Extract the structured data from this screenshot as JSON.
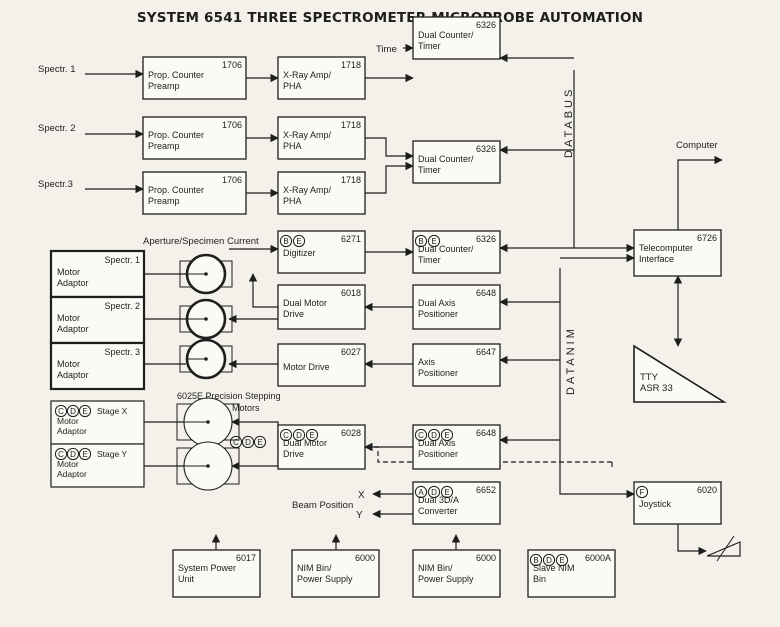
{
  "title": "SYSTEM 6541 THREE SPECTROMETER MICROPROBE AUTOMATION",
  "blocks": [
    {
      "id": "pcp1",
      "num": "1706",
      "label": [
        "Prop. Counter",
        "Preamp"
      ]
    },
    {
      "id": "pcp2",
      "num": "1706",
      "label": [
        "Prop. Counter",
        "Preamp"
      ]
    },
    {
      "id": "pcp3",
      "num": "1706",
      "label": [
        "Prop. Counter",
        "Preamp"
      ]
    },
    {
      "id": "xr1",
      "num": "1718",
      "label": [
        "X-Ray Amp/",
        "PHA"
      ]
    },
    {
      "id": "xr2",
      "num": "1718",
      "label": [
        "X-Ray Amp/",
        "PHA"
      ]
    },
    {
      "id": "xr3",
      "num": "1718",
      "label": [
        "X-Ray Amp/",
        "PHA"
      ]
    },
    {
      "id": "dct1",
      "num": "6326",
      "label": [
        "Dual Counter/",
        "Timer"
      ]
    },
    {
      "id": "dct2",
      "num": "6326",
      "label": [
        "Dual Counter/",
        "Timer"
      ]
    },
    {
      "id": "dct3",
      "num": "6326",
      "label": [
        "Dual Counter/",
        "Timer"
      ],
      "badges": [
        "B",
        "E"
      ]
    },
    {
      "id": "dig",
      "num": "6271",
      "label": [
        "Digitizer"
      ],
      "badges": [
        "B",
        "E"
      ]
    },
    {
      "id": "dmd1",
      "num": "6018",
      "label": [
        "Dual Motor",
        "Drive"
      ]
    },
    {
      "id": "md",
      "num": "6027",
      "label": [
        "Motor Drive"
      ]
    },
    {
      "id": "dap1",
      "num": "6648",
      "label": [
        "Dual Axis",
        "Positioner"
      ]
    },
    {
      "id": "ap",
      "num": "6647",
      "label": [
        "Axis",
        "Positioner"
      ]
    },
    {
      "id": "dmd2",
      "num": "6028",
      "label": [
        "Dual Motor",
        "Drive"
      ],
      "badges": [
        "C",
        "D",
        "E"
      ]
    },
    {
      "id": "dap2",
      "num": "6648",
      "label": [
        "Dual Axis",
        "Positioner"
      ],
      "badges": [
        "C",
        "D",
        "E"
      ]
    },
    {
      "id": "dac",
      "num": "6652",
      "label": [
        "Dual 3D/A",
        "Converter"
      ],
      "badges": [
        "A",
        "D",
        "E"
      ]
    },
    {
      "id": "tci",
      "num": "6726",
      "label": [
        "Telecomputer",
        "Interface"
      ]
    },
    {
      "id": "joy",
      "num": "6020",
      "label": [
        "Joystick"
      ],
      "badges": [
        "F"
      ]
    },
    {
      "id": "psu",
      "num": "6017",
      "label": [
        "System Power",
        "Unit"
      ]
    },
    {
      "id": "nim1",
      "num": "6000",
      "label": [
        "NIM Bin/",
        "Power Supply"
      ]
    },
    {
      "id": "nim2",
      "num": "6000",
      "label": [
        "NIM Bin/",
        "Power Supply"
      ]
    },
    {
      "id": "slave",
      "num": "6000A",
      "label": [
        "Slave NIM",
        "Bin"
      ],
      "badges": [
        "B",
        "D",
        "E"
      ]
    }
  ],
  "motor_adaptors": [
    {
      "id": "ma1",
      "spectr": "Spectr. 1",
      "label": [
        "Motor",
        "Adaptor"
      ]
    },
    {
      "id": "ma2",
      "spectr": "Spectr. 2",
      "label": [
        "Motor",
        "Adaptor"
      ]
    },
    {
      "id": "ma3",
      "spectr": "Spectr. 3",
      "label": [
        "Motor",
        "Adaptor"
      ]
    }
  ],
  "stage_adaptors": [
    {
      "id": "sx",
      "stage": "Stage X",
      "label": [
        "Motor",
        "Adaptor"
      ],
      "badges": [
        "C",
        "D",
        "E"
      ]
    },
    {
      "id": "sy",
      "stage": "Stage Y",
      "label": [
        "Motor",
        "Adaptor"
      ],
      "badges": [
        "C",
        "D",
        "E"
      ]
    }
  ],
  "stage_motor_badges": [
    "C",
    "D",
    "E"
  ],
  "tty": {
    "label": [
      "TTY",
      "ASR 33"
    ]
  },
  "inputs": {
    "spectr1": "Spectr. 1",
    "spectr2": "Spectr. 2",
    "spectr3": "Spectr.3",
    "time": "Time"
  },
  "labels": {
    "aperture": "Aperture/Specimen Current",
    "stepping_motors": [
      "6025E Precision Stepping",
      "Motors"
    ],
    "computer": "Computer",
    "beam_position": "Beam Position",
    "x": "X",
    "y": "Y",
    "databus": "DATABUS",
    "datanim": "DATANIM"
  }
}
